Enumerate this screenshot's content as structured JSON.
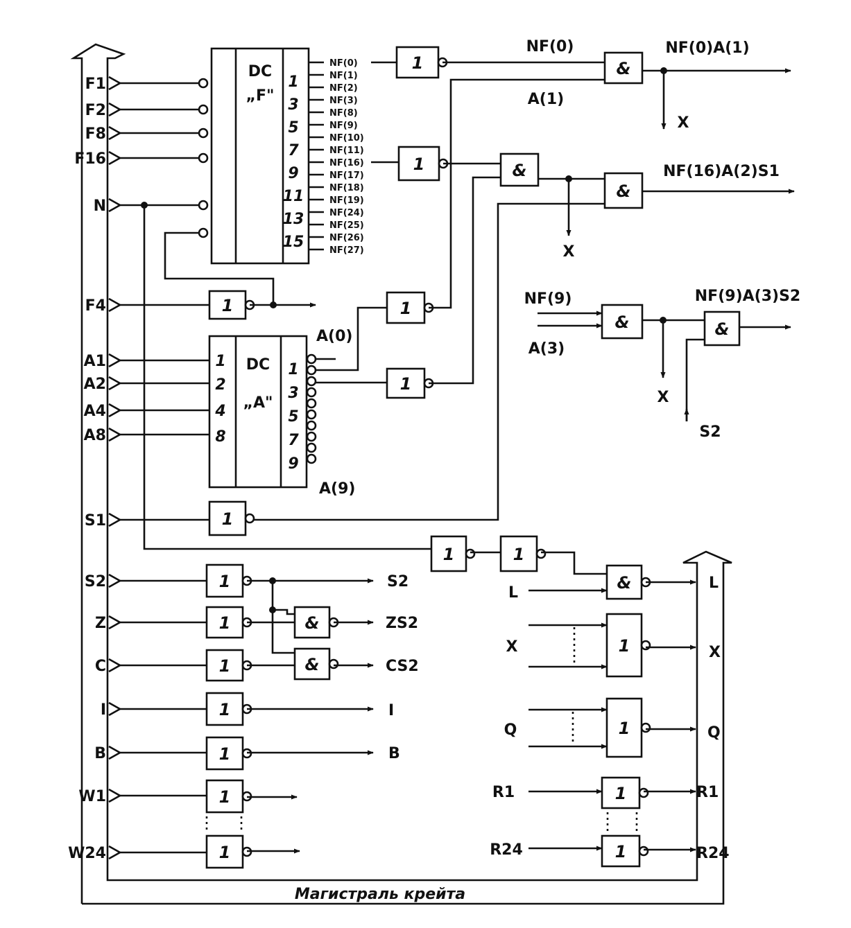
{
  "bus_caption": "Магистраль крейта",
  "left_bus_inputs": [
    "F1",
    "F2",
    "F8",
    "F16",
    "N",
    "F4",
    "A1",
    "A2",
    "A4",
    "A8",
    "S1",
    "S2",
    "Z",
    "C",
    "I",
    "B",
    "W1",
    "W24"
  ],
  "decoder_f": {
    "title_line1": "DC",
    "title_line2": "„F\"",
    "pins": [
      "1",
      "3",
      "5",
      "7",
      "9",
      "11",
      "13",
      "15"
    ],
    "outputs": [
      "NF(0)",
      "NF(1)",
      "NF(2)",
      "NF(3)",
      "NF(8)",
      "NF(9)",
      "NF(10)",
      "NF(11)",
      "NF(16)",
      "NF(17)",
      "NF(18)",
      "NF(19)",
      "NF(24)",
      "NF(25)",
      "NF(26)",
      "NF(27)"
    ]
  },
  "decoder_a": {
    "title_line1": "DC",
    "title_line2": "„A\"",
    "inputs": [
      "1",
      "2",
      "4",
      "8"
    ],
    "pins": [
      "1",
      "3",
      "5",
      "7",
      "9"
    ],
    "out_first": "A(0)",
    "out_last": "A(9)"
  },
  "gate_symbols": {
    "not": "1",
    "and": "&"
  },
  "signals": {
    "nf0": "NF(0)",
    "a1": "A(1)",
    "out_nf0a1": "NF(0)A(1)",
    "out_nf16": "NF(16)A(2)S1",
    "nf9": "NF(9)",
    "a3": "A(3)",
    "out_nf9": "NF(9)A(3)S2",
    "x": "X",
    "s2": "S2"
  },
  "left_outputs": [
    "S2",
    "ZS2",
    "CS2",
    "I",
    "B"
  ],
  "right_inputs": [
    "L",
    "X",
    "Q",
    "R1",
    "R24"
  ],
  "right_bus_outputs": [
    "L",
    "X",
    "Q",
    "R1",
    "R24"
  ]
}
